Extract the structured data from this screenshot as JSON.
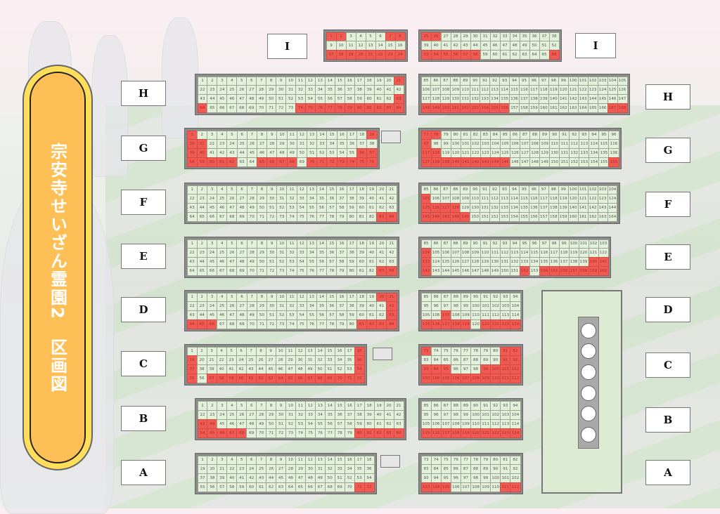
{
  "title": "宗安寺せいざん霊園2　区画図",
  "colors": {
    "available": "#e3f0da",
    "occupied": "#ef5a52",
    "title_fill": "#ffbf57",
    "title_border": "#ffde59"
  },
  "row_labels": [
    "I",
    "H",
    "G",
    "F",
    "E",
    "D",
    "C",
    "B",
    "A"
  ],
  "blocks": [
    {
      "id": "I-left",
      "row": "I",
      "start": 1,
      "end": 24,
      "cols": 8,
      "red": [
        1,
        2,
        7,
        8,
        17,
        18,
        19,
        20,
        21,
        22,
        23,
        24
      ]
    },
    {
      "id": "I-right",
      "row": "I",
      "start": 25,
      "end": 66,
      "cols": 14,
      "red": [
        25,
        26,
        53,
        54,
        55,
        56,
        57,
        58,
        66
      ]
    },
    {
      "id": "H-left",
      "row": "H",
      "start": 1,
      "end": 84,
      "cols": 21,
      "red": [
        21,
        63,
        64,
        74,
        75,
        76,
        77,
        78,
        79,
        80,
        81,
        82,
        83,
        84
      ]
    },
    {
      "id": "H-right",
      "row": "H",
      "start": 85,
      "end": 168,
      "cols": 21,
      "red": [
        148,
        149,
        150,
        151,
        152,
        153,
        154,
        155,
        156,
        167,
        168
      ]
    },
    {
      "id": "G-left",
      "row": "G",
      "start": 1,
      "end": 76,
      "cols": 19,
      "red": [
        1,
        19,
        20,
        21,
        39,
        40,
        56,
        57,
        58,
        59,
        60,
        61,
        62,
        65,
        66,
        67,
        68,
        70,
        71,
        72,
        73,
        74,
        75,
        76
      ]
    },
    {
      "id": "G-right",
      "row": "G",
      "start": 77,
      "end": 156,
      "cols": 20,
      "red": [
        77,
        78,
        97,
        117,
        118,
        137,
        138,
        139,
        140,
        141,
        142,
        143,
        144,
        145,
        156
      ]
    },
    {
      "id": "F-left",
      "row": "F",
      "start": 1,
      "end": 84,
      "cols": 21,
      "red": [
        83,
        84
      ]
    },
    {
      "id": "F-right",
      "row": "F",
      "start": 85,
      "end": 164,
      "cols": 20,
      "red": [
        105,
        125,
        126,
        127,
        128,
        145,
        146,
        147,
        148,
        149
      ]
    },
    {
      "id": "E-left",
      "row": "E",
      "start": 1,
      "end": 84,
      "cols": 21,
      "red": [
        83,
        84
      ]
    },
    {
      "id": "E-right",
      "row": "E",
      "start": 85,
      "end": 160,
      "cols": 19,
      "red": [
        104,
        123,
        140,
        141,
        142,
        152,
        154,
        155,
        156,
        157,
        158,
        159,
        160
      ]
    },
    {
      "id": "D-left",
      "row": "D",
      "start": 1,
      "end": 84,
      "cols": 21,
      "red": [
        20,
        21,
        42,
        63,
        64,
        65,
        66,
        81,
        82,
        83,
        84
      ]
    },
    {
      "id": "D-right",
      "row": "D",
      "start": 85,
      "end": 124,
      "cols": 10,
      "red": [
        107,
        115,
        116,
        117,
        118,
        119,
        121,
        122,
        123,
        124
      ]
    },
    {
      "id": "C-left",
      "row": "C",
      "start": 1,
      "end": 72,
      "cols": 18,
      "red": [
        18,
        19,
        36,
        37,
        54,
        55,
        57,
        58,
        59,
        60,
        61,
        62,
        63,
        64,
        65,
        66,
        67,
        68,
        69,
        70,
        71,
        72
      ]
    },
    {
      "id": "C-right",
      "row": "C",
      "start": 73,
      "end": 112,
      "cols": 10,
      "red": [
        73,
        81,
        82,
        91,
        92,
        93,
        94,
        95,
        99,
        100,
        101,
        102,
        103,
        104,
        105,
        106,
        107,
        108,
        109,
        110,
        111,
        112
      ]
    },
    {
      "id": "B-left",
      "row": "B",
      "start": 1,
      "end": 84,
      "cols": 21,
      "red": [
        43,
        44,
        64,
        65,
        66,
        67,
        68,
        80,
        81,
        82,
        83,
        84
      ]
    },
    {
      "id": "B-right",
      "row": "B",
      "start": 85,
      "end": 124,
      "cols": 10,
      "red": [
        115,
        116,
        117,
        118,
        119,
        120,
        121,
        122,
        123,
        124
      ]
    },
    {
      "id": "A-left",
      "row": "A",
      "start": 1,
      "end": 72,
      "cols": 18,
      "red": [
        71,
        72
      ]
    },
    {
      "id": "A-right",
      "row": "A",
      "start": 73,
      "end": 112,
      "cols": 10,
      "red": [
        103,
        104,
        105,
        111,
        112
      ]
    }
  ]
}
